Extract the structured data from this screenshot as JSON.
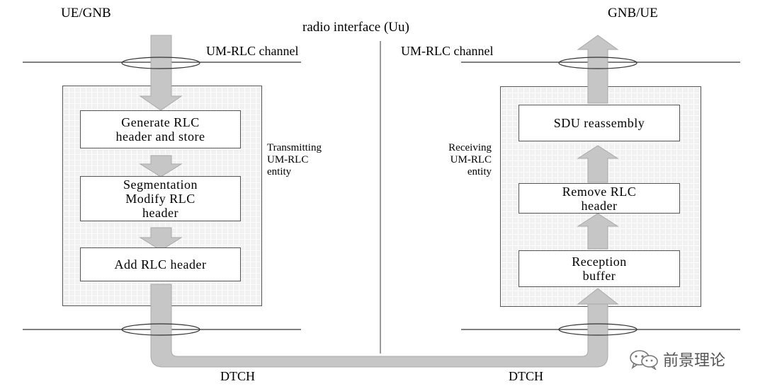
{
  "header": {
    "left_endpoint": "UE/GNB",
    "right_endpoint": "GNB/UE",
    "interface": "radio interface (Uu)"
  },
  "channels": {
    "left_top": "UM-RLC channel",
    "right_top": "UM-RLC channel",
    "left_bottom": "DTCH",
    "right_bottom": "DTCH"
  },
  "transmitter": {
    "label_lines": [
      "Transmitting",
      "UM-RLC",
      "entity"
    ],
    "steps": [
      {
        "lines": [
          "Generate RLC",
          "header and store"
        ]
      },
      {
        "lines": [
          "Segmentation",
          "Modify RLC",
          "header"
        ]
      },
      {
        "lines": [
          "Add RLC header"
        ]
      }
    ]
  },
  "receiver": {
    "label_lines": [
      "Receiving",
      "UM-RLC",
      "entity"
    ],
    "steps": [
      {
        "lines": [
          "SDU reassembly"
        ]
      },
      {
        "lines": [
          "Remove RLC",
          "header"
        ]
      },
      {
        "lines": [
          "Reception",
          "buffer"
        ]
      }
    ]
  },
  "watermark": {
    "text": "前景理论",
    "icon": "wechat-icon"
  },
  "colors": {
    "arrow_fill": "#c6c6c6",
    "arrow_stroke": "#a9a9a9",
    "entity_bg": "#f1f1f1"
  }
}
